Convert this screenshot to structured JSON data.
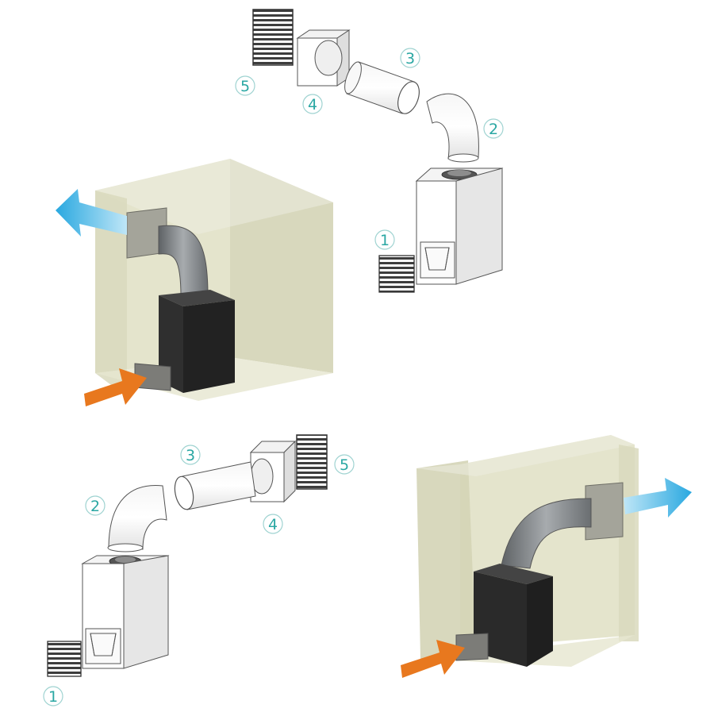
{
  "diagram": {
    "upper_kit": {
      "callouts": [
        {
          "id": "1",
          "label": "1"
        },
        {
          "id": "2",
          "label": "2"
        },
        {
          "id": "3",
          "label": "3"
        },
        {
          "id": "4",
          "label": "4"
        },
        {
          "id": "5",
          "label": "5"
        }
      ]
    },
    "lower_kit": {
      "callouts": [
        {
          "id": "1",
          "label": "1"
        },
        {
          "id": "2",
          "label": "2"
        },
        {
          "id": "3",
          "label": "3"
        },
        {
          "id": "4",
          "label": "4"
        },
        {
          "id": "5",
          "label": "5"
        }
      ]
    },
    "colors": {
      "callout_text": "#2aa7a3",
      "exhaust_arrow": "#29a8e0",
      "intake_arrow": "#e8781e",
      "enclosure": "#d8d8b8",
      "unit_body": "#2b2b2b",
      "duct": "#8a8d90"
    }
  }
}
